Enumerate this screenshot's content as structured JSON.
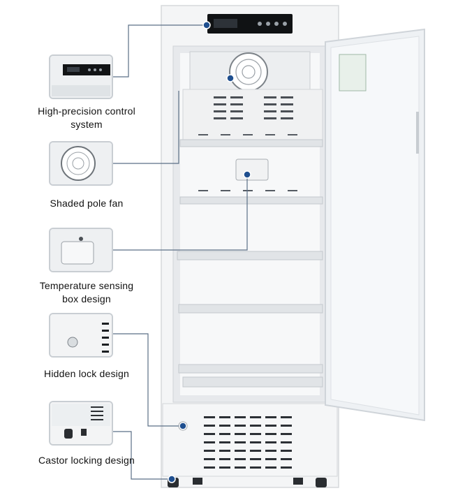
{
  "features": [
    {
      "id": "control",
      "caption_lines": [
        "High-precision control",
        "system"
      ]
    },
    {
      "id": "fan",
      "caption_lines": [
        "Shaded pole fan"
      ]
    },
    {
      "id": "sensor",
      "caption_lines": [
        "Temperature sensing",
        "box design"
      ]
    },
    {
      "id": "lock",
      "caption_lines": [
        "Hidden lock design"
      ]
    },
    {
      "id": "castor",
      "caption_lines": [
        "Castor locking design"
      ]
    }
  ],
  "colors": {
    "callout_line": "#5b6f86",
    "callout_dot": "#1f4f8f",
    "cabinet": "#f2f3f4",
    "frame": "#e3e5e8",
    "glass": "#eef2f6"
  }
}
